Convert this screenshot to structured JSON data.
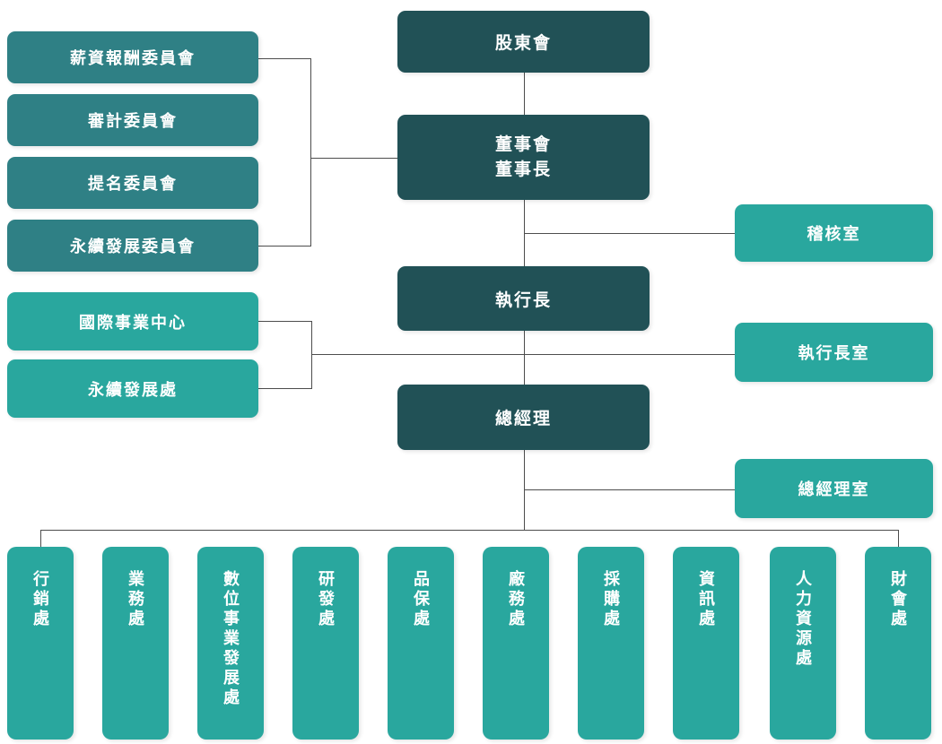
{
  "colors": {
    "box_dark": "#215156",
    "box_medium_teal": "#2f8085",
    "box_light_teal": "#29a79e",
    "connector_line": "#4d4d4d",
    "label_text": "#ffffff",
    "background": "#ffffff"
  },
  "nodes": {
    "shareholders": {
      "label": "股東會"
    },
    "board": {
      "label_line1": "董事會",
      "label_line2": "董事長"
    },
    "ceo": {
      "label": "執行長"
    },
    "general_manager": {
      "label": "總經理"
    },
    "committees": [
      {
        "label": "薪資報酬委員會"
      },
      {
        "label": "審計委員會"
      },
      {
        "label": "提名委員會"
      },
      {
        "label": "永續發展委員會"
      }
    ],
    "left_units": [
      {
        "label": "國際事業中心"
      },
      {
        "label": "永續發展處"
      }
    ],
    "staff_offices": [
      {
        "label": "稽核室"
      },
      {
        "label": "執行長室"
      },
      {
        "label": "總經理室"
      }
    ],
    "departments": [
      {
        "label": "行銷處"
      },
      {
        "label": "業務處"
      },
      {
        "label": "數位事業發展處"
      },
      {
        "label": "研發處"
      },
      {
        "label": "品保處"
      },
      {
        "label": "廠務處"
      },
      {
        "label": "採購處"
      },
      {
        "label": "資訊處"
      },
      {
        "label": "人力資源處"
      },
      {
        "label": "財會處"
      }
    ]
  }
}
